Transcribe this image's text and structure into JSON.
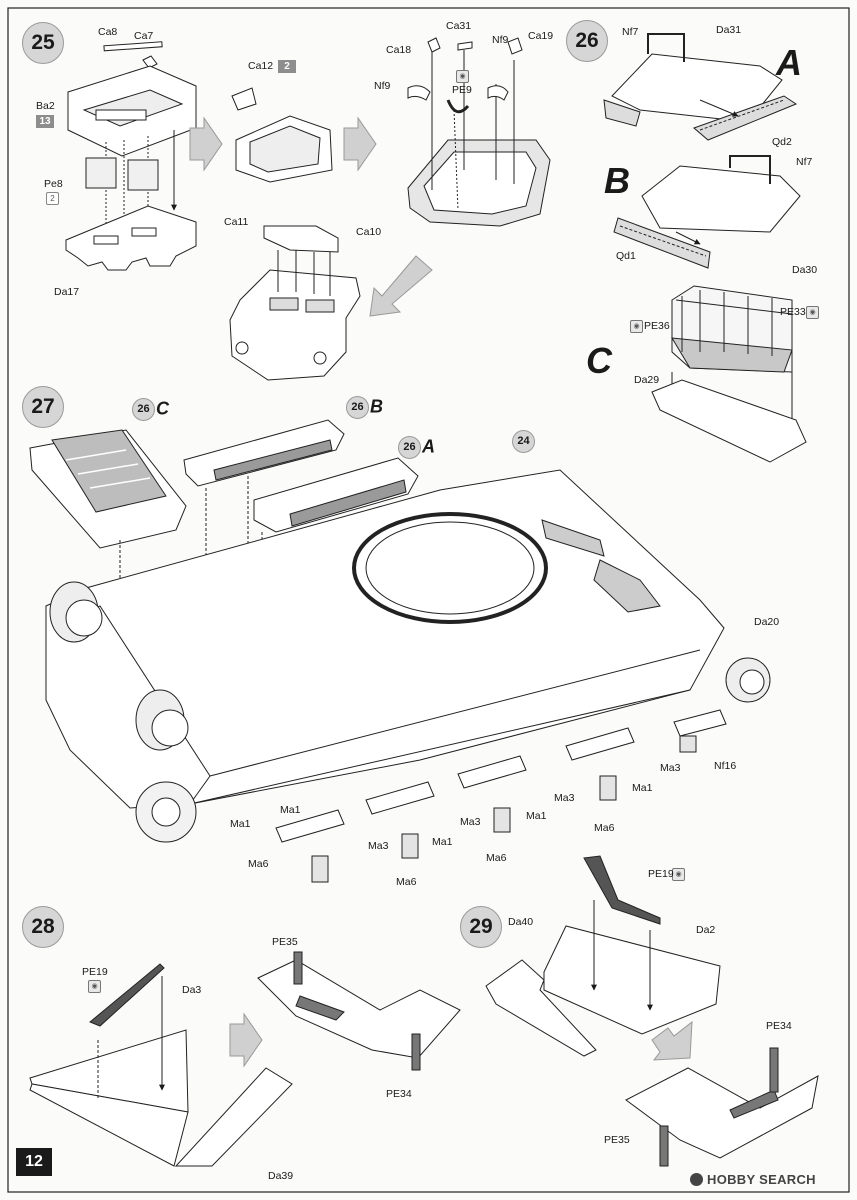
{
  "page": {
    "number": "12",
    "watermark": "HOBBY SEARCH"
  },
  "steps": {
    "s25": "25",
    "s26": "26",
    "s27": "27",
    "s28": "28",
    "s29": "29"
  },
  "variants": {
    "a": "A",
    "b": "B",
    "c": "C"
  },
  "refs": {
    "r26c": {
      "num": "26",
      "letter": "C"
    },
    "r26b": {
      "num": "26",
      "letter": "B"
    },
    "r26a": {
      "num": "26",
      "letter": "A"
    },
    "r24": "24"
  },
  "badges": {
    "ca12_count": "2",
    "ba2_count": "13"
  },
  "numbered_note": {
    "pe8": "2"
  },
  "labels": {
    "step25": {
      "ca8": "Ca8",
      "ca7": "Ca7",
      "ba2": "Ba2",
      "pe8": "Pe8",
      "da17": "Da17",
      "ca12": "Ca12",
      "ca11": "Ca11",
      "ca10": "Ca10",
      "ca31": "Ca31",
      "ca18": "Ca18",
      "nf9a": "Nf9",
      "ca19": "Ca19",
      "nf9b": "Nf9",
      "pe9": "PE9"
    },
    "step26": {
      "nf7a": "Nf7",
      "da31": "Da31",
      "qd2": "Qd2",
      "nf7b": "Nf7",
      "qd1": "Qd1",
      "da30": "Da30",
      "pe33": "PE33",
      "pe36": "PE36",
      "da29": "Da29"
    },
    "step27": {
      "da20": "Da20",
      "ma3a": "Ma3",
      "nf16": "Nf16",
      "ma1a": "Ma1",
      "ma6a": "Ma6",
      "ma3b": "Ma3",
      "ma1b": "Ma1",
      "ma3c": "Ma3",
      "ma1c": "Ma1",
      "ma6b": "Ma6",
      "ma3d": "Ma3",
      "ma1d": "Ma1",
      "ma6c": "Ma6",
      "ma1e": "Ma1",
      "ma6d": "Ma6"
    },
    "step28": {
      "pe19": "PE19",
      "da3": "Da3",
      "da39": "Da39",
      "pe35": "PE35",
      "pe34": "PE34"
    },
    "step29": {
      "da40": "Da40",
      "pe19": "PE19",
      "da2": "Da2",
      "pe34": "PE34",
      "pe35": "PE35"
    }
  }
}
